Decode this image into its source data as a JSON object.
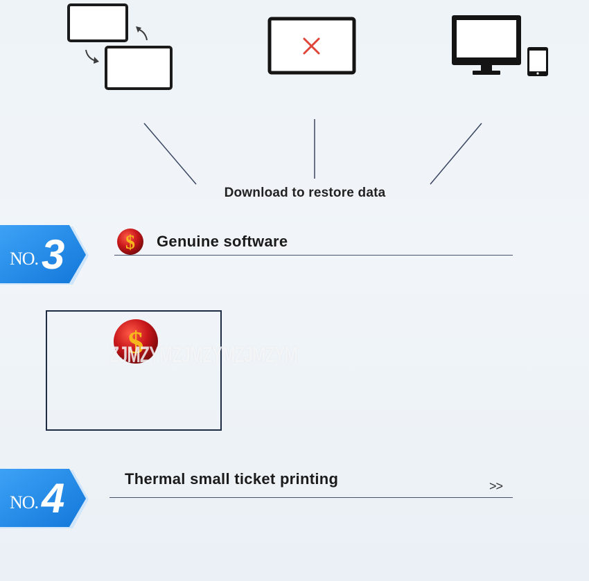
{
  "top_icons": [
    {
      "name": "sync-screens-icon"
    },
    {
      "name": "monitor-error-icon"
    },
    {
      "name": "monitor-phone-icon"
    }
  ],
  "restore": {
    "text": "Download to restore data"
  },
  "section3": {
    "badge_prefix": "NO.",
    "badge_number": "3",
    "title": "Genuine software",
    "icon": "dollar-coin-icon"
  },
  "image_frame": {
    "watermark": "ZJMZYMZJMZYMZJMZYM",
    "icon": "dollar-coin-icon"
  },
  "section4": {
    "badge_prefix": "NO.",
    "badge_number": "4",
    "title": "Thermal small ticket printing",
    "more": ">>"
  },
  "colors": {
    "badge_blue": "#1e8ef0",
    "badge_blue_light": "#5bb4fb",
    "coin_red": "#c8171b",
    "coin_gold": "#f5b71c",
    "rule": "#45526a",
    "error_x": "#e0453a"
  }
}
